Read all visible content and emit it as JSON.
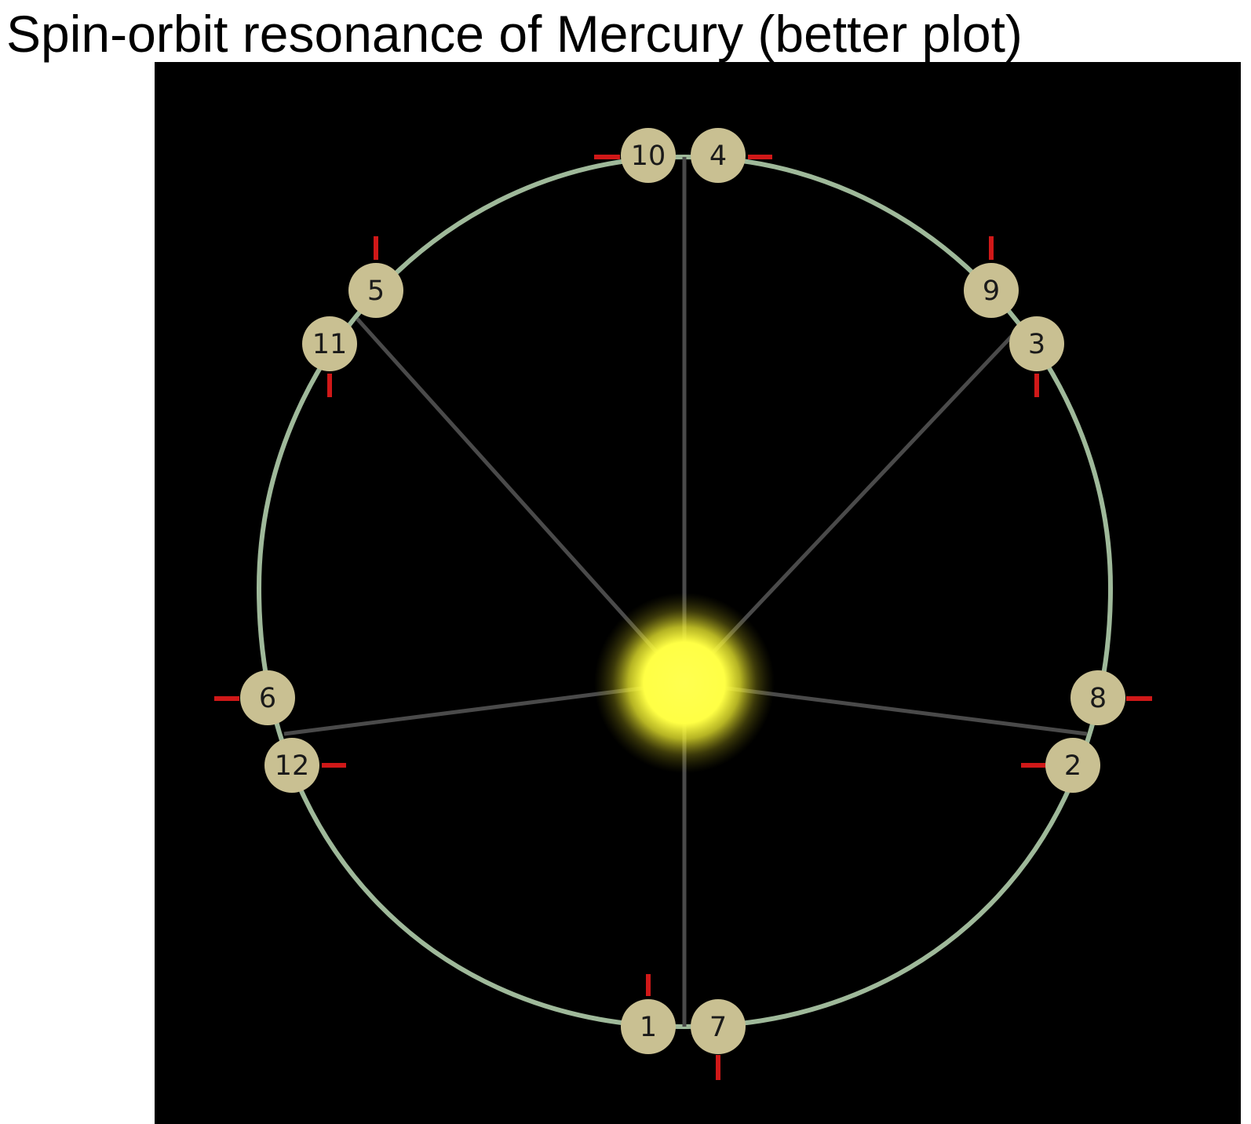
{
  "title": "Spin-orbit resonance of Mercury (better plot)",
  "colors": {
    "background": "#000000",
    "orbit": "#9fb99a",
    "planet": "#c9c092",
    "marker": "#d01818",
    "spoke": "#4a4a4a",
    "sun": "#ffff40"
  },
  "positions": [
    {
      "label": "1"
    },
    {
      "label": "2"
    },
    {
      "label": "3"
    },
    {
      "label": "4"
    },
    {
      "label": "5"
    },
    {
      "label": "6"
    },
    {
      "label": "7"
    },
    {
      "label": "8"
    },
    {
      "label": "9"
    },
    {
      "label": "10"
    },
    {
      "label": "11"
    },
    {
      "label": "12"
    }
  ]
}
